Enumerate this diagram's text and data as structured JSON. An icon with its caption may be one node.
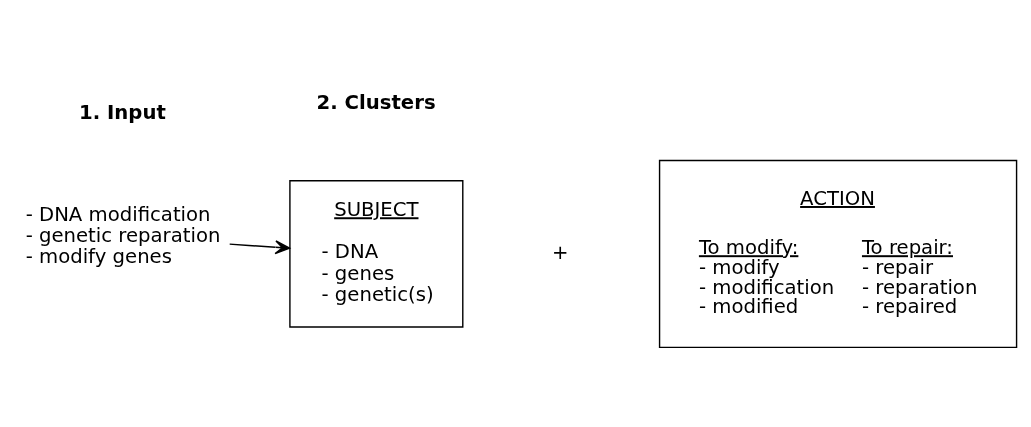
{
  "diagram": {
    "nodes": [
      {
        "text": [
          "- DNA modification",
          "- genetic reparation",
          "- modify genes"
        ]
      },
      {
        "text": [
          "SUBJECT",
          "- DNA",
          "- genes",
          "- genetic(s)"
        ]
      },
      {
        "text": [
          "ACTION",
          "To modify:",
          "- modify",
          "- modification",
          "- modified",
          "To repair:",
          "- repair",
          "- reparation",
          "- repaired"
        ]
      }
    ],
    "edges": [
      {
        "from": 0,
        "to": 1,
        "arrow": "to"
      }
    ],
    "labels": [
      "1. Input",
      "2. Clusters",
      "+"
    ]
  }
}
